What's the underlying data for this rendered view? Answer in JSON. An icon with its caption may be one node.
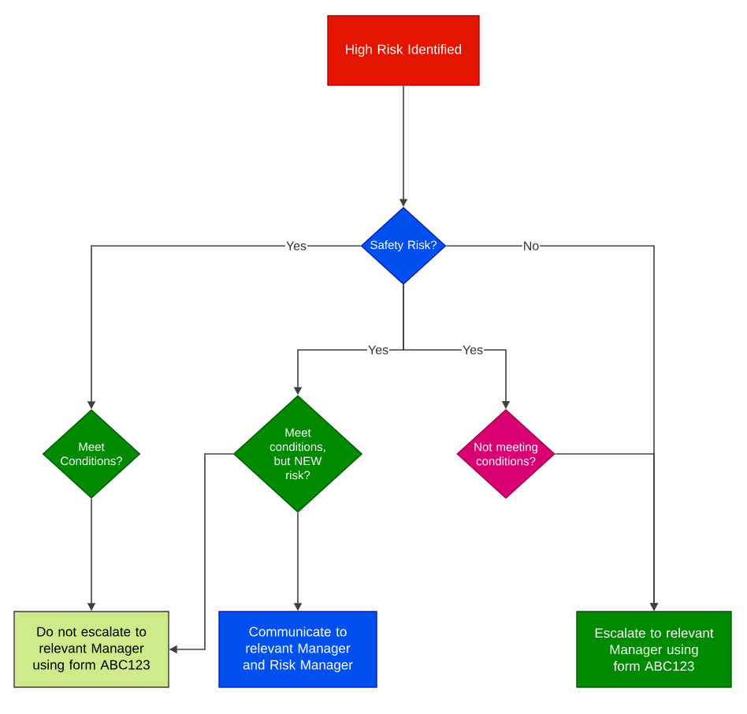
{
  "diagram": {
    "nodes": [
      {
        "text": [
          "High Risk Identified"
        ]
      },
      {
        "text": [
          "Safety Risk?"
        ]
      },
      {
        "text": [
          "Meet Conditions?"
        ]
      },
      {
        "text": [
          "Meet conditions, but NEW risk?"
        ]
      },
      {
        "text": [
          "Not meeting conditions?"
        ]
      },
      {
        "text": [
          "Do not escalate to relevant Manager using form ABC123"
        ]
      },
      {
        "text": [
          "Communicate to relevant Manager and Risk Manager"
        ]
      },
      {
        "text": [
          "Escalate to relevant Manager using form ABC123"
        ]
      }
    ],
    "edges": [
      {
        "from": 0,
        "to": 1,
        "arrow": "to"
      },
      {
        "from": 1,
        "to": 2,
        "arrow": "to",
        "label": "Yes"
      },
      {
        "from": 1,
        "to": 3,
        "arrow": "to",
        "label": "Yes"
      },
      {
        "from": 1,
        "to": 4,
        "arrow": "to",
        "label": "Yes"
      },
      {
        "from": 1,
        "to": 7,
        "arrow": "to",
        "label": "No"
      },
      {
        "from": 4,
        "to": 7,
        "arrow": "to"
      },
      {
        "from": 2,
        "to": 5,
        "arrow": "to"
      },
      {
        "from": 3,
        "to": 6,
        "arrow": "to"
      },
      {
        "from": 3,
        "to": 5,
        "arrow": "to"
      }
    ]
  }
}
